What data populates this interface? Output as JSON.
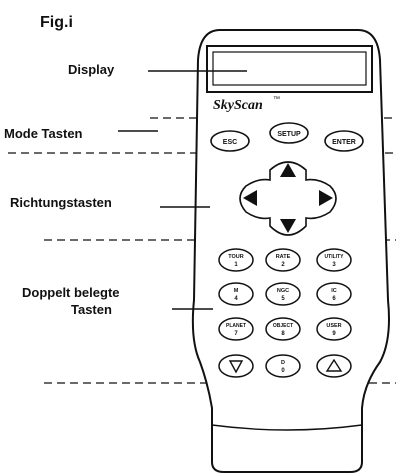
{
  "figure": {
    "title": "Fig.i",
    "brand": "SkyScan",
    "trademark": "™"
  },
  "callouts": {
    "display": "Display",
    "mode_keys": "Mode Tasten",
    "direction_keys": "Richtungstasten",
    "dual_keys_line1": "Doppelt belegte",
    "dual_keys_line2": "Tasten"
  },
  "mode_buttons": {
    "esc": "ESC",
    "setup": "SETUP",
    "enter": "ENTER"
  },
  "keypad": [
    {
      "top": "TOUR",
      "digit": "1"
    },
    {
      "top": "RATE",
      "digit": "2"
    },
    {
      "top": "UTILITY",
      "digit": "3"
    },
    {
      "top": "M",
      "digit": "4"
    },
    {
      "top": "NGC",
      "digit": "5"
    },
    {
      "top": "IC",
      "digit": "6"
    },
    {
      "top": "PLANET",
      "digit": "7"
    },
    {
      "top": "OBJECT",
      "digit": "8"
    },
    {
      "top": "USER",
      "digit": "9"
    },
    {
      "top": "D",
      "digit": "0"
    }
  ]
}
